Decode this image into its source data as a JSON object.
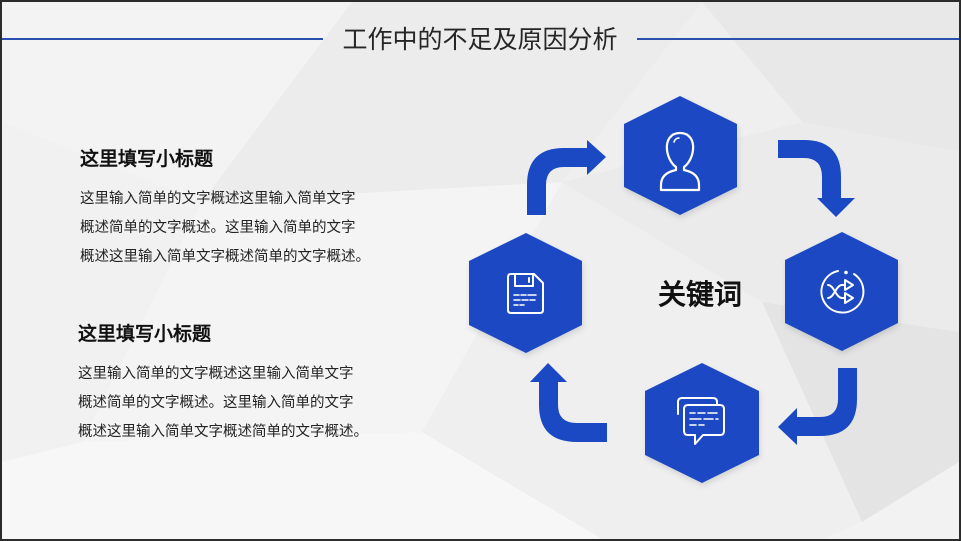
{
  "title": "工作中的不足及原因分析",
  "colors": {
    "accent": "#1b49c3",
    "title_line": "#2a4fb0",
    "background": "#efefef",
    "text": "#222222"
  },
  "blocks": [
    {
      "subtitle": "这里填写小标题",
      "lines": [
        "这里输入简单的文字概述这里输入简单文字",
        "概述简单的文字概述。这里输入简单的文字",
        "概述这里输入简单文字概述简单的文字概述。"
      ]
    },
    {
      "subtitle": "这里填写小标题",
      "lines": [
        "这里输入简单的文字概述这里输入简单文字",
        "概述简单的文字概述。这里输入简单的文字",
        "概述这里输入简单文字概述简单的文字概述。"
      ]
    }
  ],
  "diagram": {
    "center_label": "关键词",
    "nodes": [
      {
        "position": "top",
        "icon": "user-icon"
      },
      {
        "position": "right",
        "icon": "shuffle-icon"
      },
      {
        "position": "bottom",
        "icon": "chat-icon"
      },
      {
        "position": "left",
        "icon": "save-icon"
      }
    ],
    "arrows": [
      {
        "from": "left",
        "to": "top",
        "direction": "clockwise"
      },
      {
        "from": "top",
        "to": "right",
        "direction": "clockwise"
      },
      {
        "from": "right",
        "to": "bottom",
        "direction": "clockwise"
      },
      {
        "from": "bottom",
        "to": "left",
        "direction": "clockwise"
      }
    ]
  }
}
